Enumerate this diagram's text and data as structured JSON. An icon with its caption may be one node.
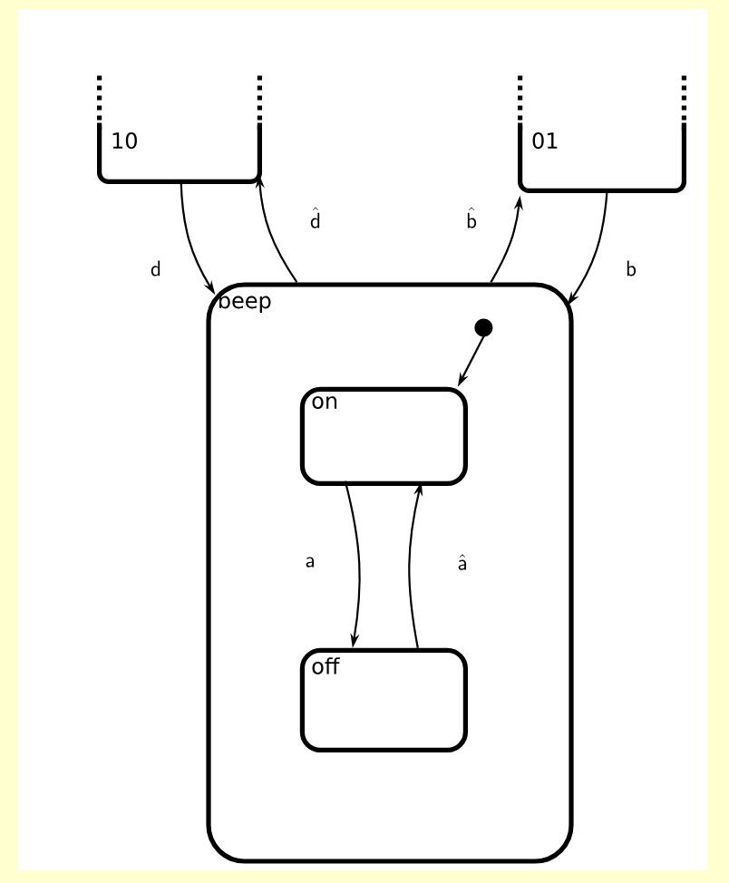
{
  "diagram": {
    "nodes": [
      {
        "text": [
          "10"
        ]
      },
      {
        "text": [
          "01"
        ]
      },
      {
        "text": [
          "beep"
        ]
      },
      {
        "text": [],
        "shape": "circle",
        "in": 2
      },
      {
        "text": [
          "on"
        ],
        "in": 2
      },
      {
        "text": [
          "off"
        ],
        "in": 2
      }
    ],
    "edges": [
      {
        "from": 0,
        "to": 2,
        "arrow": "to",
        "label": "\\mathsf{d}"
      },
      {
        "from": 2,
        "to": 0,
        "arrow": "to",
        "label": "\\hat{\\mathsf{d}}"
      },
      {
        "from": 2,
        "to": 1,
        "arrow": "to",
        "label": "\\hat{\\mathsf{b}}"
      },
      {
        "from": 1,
        "to": 2,
        "arrow": "to",
        "label": "\\mathsf{b}"
      },
      {
        "from": 3,
        "to": 4,
        "arrow": "to"
      },
      {
        "from": 4,
        "to": 5,
        "arrow": "to",
        "label": "\\mathsf{a}"
      },
      {
        "from": 5,
        "to": 4,
        "arrow": "to",
        "label": "\\hat{\\mathsf{a}}"
      }
    ]
  }
}
